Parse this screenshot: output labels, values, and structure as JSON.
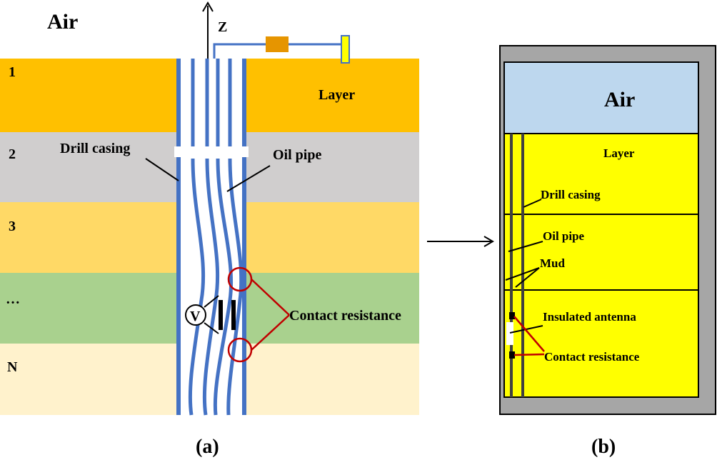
{
  "panel_a": {
    "air_label": "Air",
    "axis_label": "Z",
    "layers": [
      {
        "label": "1",
        "color": "#FFC000"
      },
      {
        "label": "2",
        "color": "#D0CECE"
      },
      {
        "label": "3",
        "color": "#FFD966"
      },
      {
        "label": "…",
        "color": "#A9D18E"
      },
      {
        "label": "N",
        "color": "#FFF2CC"
      }
    ],
    "layer_label": "Layer",
    "drill_casing_label": "Drill casing",
    "oil_pipe_label": "Oil pipe",
    "contact_resistance_label": "Contact resistance",
    "voltmeter_symbol": "V",
    "caption": "(a)"
  },
  "panel_b": {
    "air_label": "Air",
    "layer_label": "Layer",
    "drill_casing_label": "Drill casing",
    "oil_pipe_label": "Oil pipe",
    "mud_label": "Mud",
    "insulated_antenna_label": "Insulated antenna",
    "contact_resistance_label": "Contact resistance",
    "caption": "(b)"
  },
  "colors": {
    "pipe_blue": "#4472C4",
    "resistance_red": "#C00000",
    "air_blue": "#BDD7EE",
    "layer_yellow": "#FFFF00",
    "frame_gray": "#A6A6A6"
  }
}
